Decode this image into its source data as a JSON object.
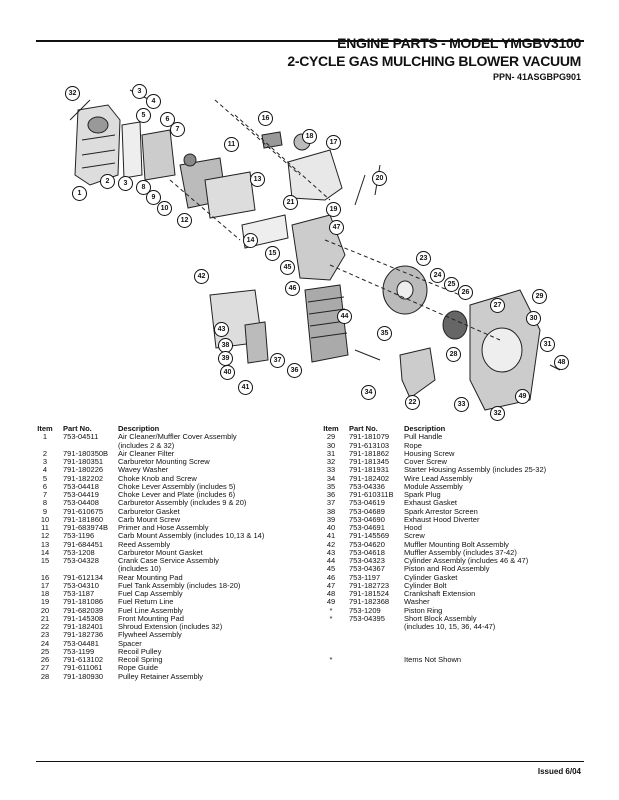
{
  "header": {
    "title1": "ENGINE PARTS - MODEL YMGBV3100",
    "title2": "2-CYCLE GAS MULCHING BLOWER VACUUM",
    "ppn": "PPN- 41ASGBPG901"
  },
  "columns": {
    "item": "Item",
    "part": "Part No.",
    "desc": "Description"
  },
  "parts_left": [
    {
      "item": "1",
      "part": "753-04511",
      "desc": "Air Cleaner/Muffler Cover Assembly"
    },
    {
      "item": "",
      "part": "",
      "desc": "(includes 2 & 32)"
    },
    {
      "item": "2",
      "part": "791-180350B",
      "desc": "Air Cleaner Filter"
    },
    {
      "item": "3",
      "part": "791-180351",
      "desc": "Carburetor Mounting Screw"
    },
    {
      "item": "4",
      "part": "791-180226",
      "desc": "Wavey Washer"
    },
    {
      "item": "5",
      "part": "791-182202",
      "desc": "Choke Knob and Screw"
    },
    {
      "item": "6",
      "part": "753-04418",
      "desc": "Choke Lever Assembly (includes 5)"
    },
    {
      "item": "7",
      "part": "753-04419",
      "desc": "Choke Lever and Plate (includes 6)"
    },
    {
      "item": "8",
      "part": "753-04408",
      "desc": "Carburetor Assembly (includes 9 & 20)"
    },
    {
      "item": "9",
      "part": "791-610675",
      "desc": "Carburetor Gasket"
    },
    {
      "item": "10",
      "part": "791-181860",
      "desc": "Carb Mount Screw"
    },
    {
      "item": "11",
      "part": "791-683974B",
      "desc": "Primer and Hose Assembly"
    },
    {
      "item": "12",
      "part": "753-1196",
      "desc": "Carb Mount Assembly (includes 10,13 & 14)"
    },
    {
      "item": "13",
      "part": "791-684451",
      "desc": "Reed Assembly"
    },
    {
      "item": "14",
      "part": "753-1208",
      "desc": "Carburetor Mount Gasket"
    },
    {
      "item": "15",
      "part": "753-04328",
      "desc": "Crank Case Service Assembly"
    },
    {
      "item": "",
      "part": "",
      "desc": "(includes 10)"
    },
    {
      "item": "16",
      "part": "791-612134",
      "desc": "Rear Mounting Pad"
    },
    {
      "item": "17",
      "part": "753-04310",
      "desc": "Fuel Tank Assembly (includes 18-20)"
    },
    {
      "item": "18",
      "part": "753-1187",
      "desc": "Fuel Cap Assembly"
    },
    {
      "item": "19",
      "part": "791-181086",
      "desc": "Fuel Return Line"
    },
    {
      "item": "20",
      "part": "791-682039",
      "desc": "Fuel Line Assembly"
    },
    {
      "item": "21",
      "part": "791-145308",
      "desc": "Front Mounting Pad"
    },
    {
      "item": "22",
      "part": "791-182401",
      "desc": "Shroud Extension (includes 32)"
    },
    {
      "item": "23",
      "part": "791-182736",
      "desc": "Flywheel Assembly"
    },
    {
      "item": "24",
      "part": "753-04481",
      "desc": "Spacer"
    },
    {
      "item": "25",
      "part": "753-1199",
      "desc": "Recoil Pulley"
    },
    {
      "item": "26",
      "part": "791-613102",
      "desc": "Recoil Spring"
    },
    {
      "item": "27",
      "part": "791-611061",
      "desc": "Rope Guide"
    },
    {
      "item": "28",
      "part": "791-180930",
      "desc": "Pulley Retainer Assembly"
    }
  ],
  "parts_right": [
    {
      "item": "29",
      "part": "791-181079",
      "desc": "Pull Handle"
    },
    {
      "item": "30",
      "part": "791-613103",
      "desc": "Rope"
    },
    {
      "item": "31",
      "part": "791-181862",
      "desc": "Housing Screw"
    },
    {
      "item": "32",
      "part": "791-181345",
      "desc": "Cover Screw"
    },
    {
      "item": "33",
      "part": "791-181931",
      "desc": "Starter Housing Assembly (includes 25-32)"
    },
    {
      "item": "34",
      "part": "791-182402",
      "desc": "Wire Lead Assembly"
    },
    {
      "item": "35",
      "part": "753-04336",
      "desc": "Module Assembly"
    },
    {
      "item": "36",
      "part": "791-610311B",
      "desc": "Spark Plug"
    },
    {
      "item": "37",
      "part": "753-04619",
      "desc": "Exhaust Gasket"
    },
    {
      "item": "38",
      "part": "753-04689",
      "desc": "Spark Arrestor Screen"
    },
    {
      "item": "39",
      "part": "753-04690",
      "desc": "Exhaust Hood Diverter"
    },
    {
      "item": "40",
      "part": "753-04691",
      "desc": "Hood"
    },
    {
      "item": "41",
      "part": "791-145569",
      "desc": "Screw"
    },
    {
      "item": "42",
      "part": "753-04620",
      "desc": "Muffler Mounting Bolt Assembly"
    },
    {
      "item": "43",
      "part": "753-04618",
      "desc": "Muffler Assembly (includes 37-42)"
    },
    {
      "item": "44",
      "part": "753-04323",
      "desc": "Cylinder Assembly (includes 46 & 47)"
    },
    {
      "item": "45",
      "part": "753-04367",
      "desc": "Piston and Rod Assembly"
    },
    {
      "item": "46",
      "part": "753-1197",
      "desc": "Cylinder Gasket"
    },
    {
      "item": "47",
      "part": "791-182723",
      "desc": "Cylinder Bolt"
    },
    {
      "item": "48",
      "part": "791-181524",
      "desc": "Crankshaft Extension"
    },
    {
      "item": "49",
      "part": "791-182368",
      "desc": "Washer"
    },
    {
      "item": "*",
      "part": "753-1209",
      "desc": "Piston Ring"
    },
    {
      "item": "*",
      "part": "753-04395",
      "desc": "Short Block Assembly"
    },
    {
      "item": "",
      "part": "",
      "desc": "(includes 10, 15, 36, 44-47)"
    },
    {
      "item": "",
      "part": "",
      "desc": ""
    },
    {
      "item": "",
      "part": "",
      "desc": ""
    },
    {
      "item": "",
      "part": "",
      "desc": ""
    },
    {
      "item": "*",
      "part": "",
      "desc": "Items Not Shown"
    }
  ],
  "callouts": [
    "32",
    "3",
    "4",
    "5",
    "6",
    "7",
    "1",
    "2",
    "3",
    "8",
    "9",
    "10",
    "12",
    "11",
    "13",
    "16",
    "18",
    "17",
    "20",
    "21",
    "19",
    "47",
    "14",
    "15",
    "23",
    "24",
    "25",
    "26",
    "27",
    "29",
    "30",
    "45",
    "46",
    "42",
    "44",
    "35",
    "43",
    "38",
    "39",
    "40",
    "41",
    "37",
    "36",
    "28",
    "31",
    "48",
    "34",
    "22",
    "33",
    "32",
    "49"
  ],
  "footer": {
    "issued": "Issued 6/04"
  }
}
